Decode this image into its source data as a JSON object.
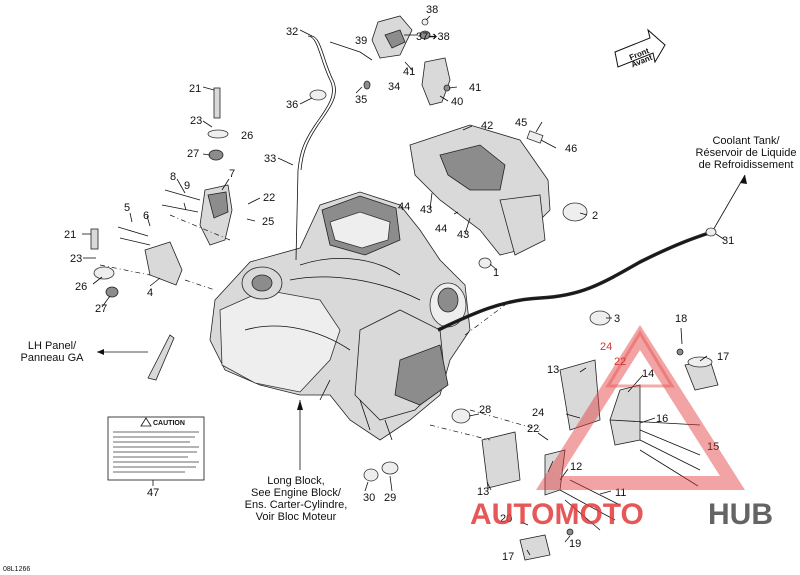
{
  "diagram_code": "08L1266",
  "callouts": [
    "1",
    "2",
    "3",
    "4",
    "5",
    "6",
    "7",
    "8",
    "9",
    "11",
    "12",
    "13",
    "14",
    "15",
    "16",
    "17",
    "18",
    "19",
    "20",
    "21",
    "22",
    "23",
    "24",
    "25",
    "26",
    "27",
    "28",
    "29",
    "30",
    "31",
    "32",
    "33",
    "34",
    "35",
    "36",
    "37",
    "38",
    "39",
    "40",
    "41",
    "42",
    "43",
    "44",
    "45",
    "46",
    "47"
  ],
  "direction_label": {
    "line1": "Front",
    "line2": "Avant"
  },
  "coolant_tank": {
    "line1": "Coolant Tank/",
    "line2": "Réservoir de Liquide",
    "line3": "de Refroidissement"
  },
  "lh_panel": {
    "line1": "LH Panel/",
    "line2": "Panneau GA"
  },
  "long_block": {
    "line1": "Long Block,",
    "line2": "See Engine Block/",
    "line3": "Ens. Carter-Cylindre,",
    "line4": "Voir Bloc Moteur"
  },
  "caution_label": "CAUTION",
  "arrow_ref": "37➔38",
  "watermark": {
    "part1": "AUTOMOTO",
    "part2": "HUB"
  },
  "colors": {
    "line_art": "#111111",
    "watermark_red": "#e23b3b",
    "watermark_dark": "#4a4a4a"
  }
}
